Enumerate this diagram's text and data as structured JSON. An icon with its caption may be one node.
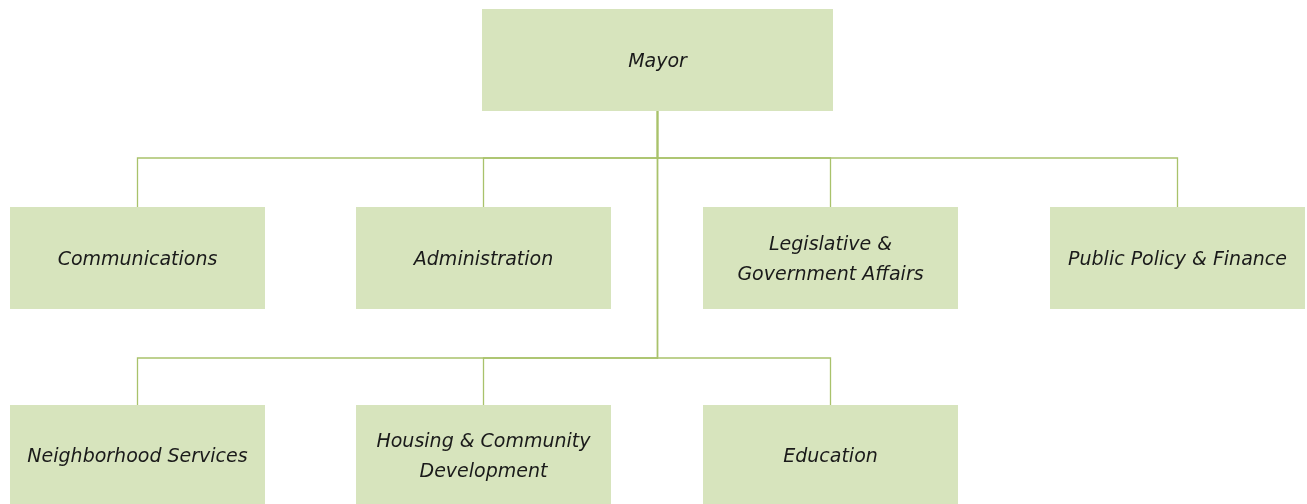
{
  "diagram": {
    "nodes": [
      {
        "text": [
          "Mayor"
        ]
      },
      {
        "text": [
          "Communications"
        ]
      },
      {
        "text": [
          "Administration"
        ]
      },
      {
        "text": [
          "Legislative & Government Affairs"
        ]
      },
      {
        "text": [
          "Public Policy & Finance"
        ]
      },
      {
        "text": [
          "Neighborhood Services"
        ]
      },
      {
        "text": [
          "Housing & Community Development"
        ]
      },
      {
        "text": [
          "Education"
        ]
      }
    ],
    "edges": [
      {
        "from": 0,
        "to": 1,
        "arrow": "none"
      },
      {
        "from": 0,
        "to": 2,
        "arrow": "none"
      },
      {
        "from": 0,
        "to": 3,
        "arrow": "none"
      },
      {
        "from": 0,
        "to": 4,
        "arrow": "none"
      },
      {
        "from": 0,
        "to": 5,
        "arrow": "none"
      },
      {
        "from": 0,
        "to": 6,
        "arrow": "none"
      },
      {
        "from": 0,
        "to": 7,
        "arrow": "none"
      }
    ]
  }
}
